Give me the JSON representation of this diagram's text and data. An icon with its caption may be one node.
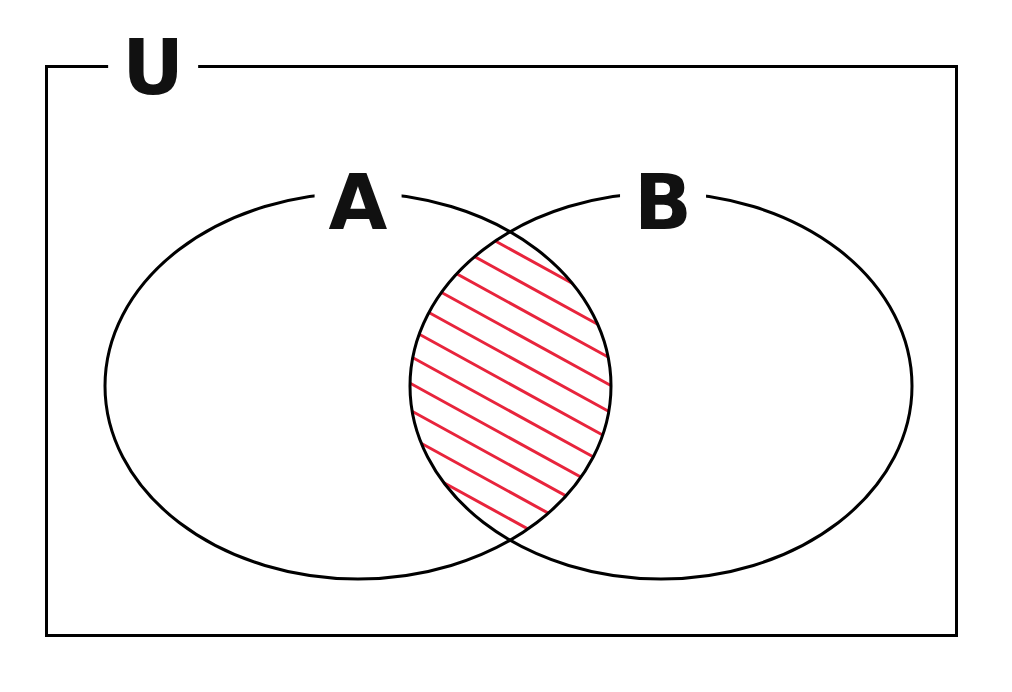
{
  "diagram": {
    "nodes": [
      {
        "text": [
          "U"
        ]
      },
      {
        "text": [
          "A"
        ],
        "in": 0
      },
      {
        "text": [
          "B"
        ],
        "in": 0
      }
    ]
  }
}
